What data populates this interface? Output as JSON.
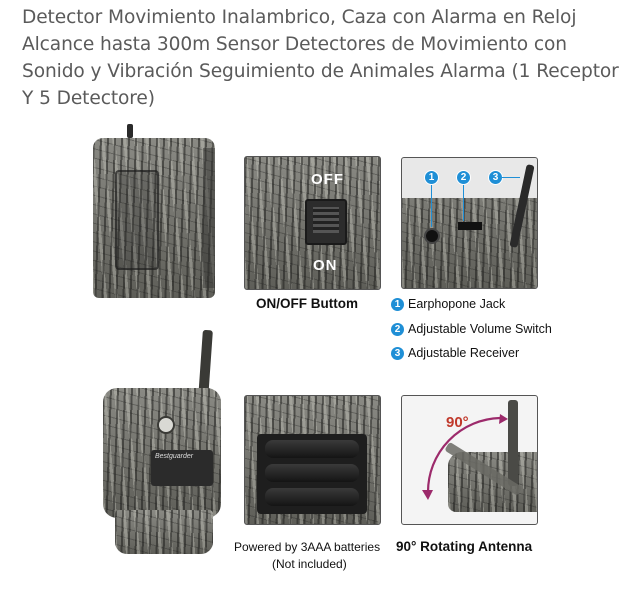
{
  "product": {
    "title": "Detector Movimiento Inalambrico, Caza con Alarma en Reloj Alcance hasta 300m Sensor Detectores de Movimiento con Sonido y Vibración Seguimiento de Animales Alarma (1 Receptor Y 5 Detectore)"
  },
  "switch_panel": {
    "off_label": "OFF",
    "on_label": "ON",
    "caption": "ON/OFF Buttom"
  },
  "receiver_panel": {
    "features": [
      {
        "number": "1",
        "label": "Earphopone Jack"
      },
      {
        "number": "2",
        "label": "Adjustable Volume Switch"
      },
      {
        "number": "3",
        "label": "Adjustable Receiver"
      }
    ]
  },
  "battery_panel": {
    "caption_line1": "Powered by 3AAA batteries",
    "caption_line2": "(Not included)"
  },
  "antenna_panel": {
    "angle_label": "90°",
    "caption": "90° Rotating Antenna"
  },
  "detector_front": {
    "brand_text": "Bestguarder"
  },
  "colors": {
    "accent_blue": "#1f8fd6",
    "arrow_purple": "#9c2a6b",
    "angle_red": "#c0392b"
  }
}
